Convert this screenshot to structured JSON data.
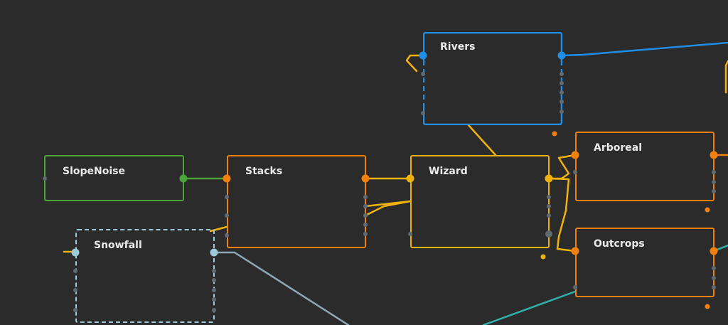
{
  "colors": {
    "background": "#2b2b2b",
    "green": "#4ca33a",
    "orange": "#f2800c",
    "yellow": "#f0b20f",
    "blue": "#1f8ee6",
    "pale_blue": "#9ccad8",
    "teal": "#2fb0a8",
    "slate": "#8fa8b5",
    "inactive_port": "#5f6a72"
  },
  "graph": {
    "nodes": {
      "slopenoise": {
        "title": "SlopeNoise"
      },
      "stacks": {
        "title": "Stacks"
      },
      "wizard": {
        "title": "Wizard"
      },
      "rivers": {
        "title": "Rivers"
      },
      "arboreal": {
        "title": "Arboreal"
      },
      "outcrops": {
        "title": "Outcrops"
      },
      "snowfall": {
        "title": "Snowfall"
      }
    }
  }
}
